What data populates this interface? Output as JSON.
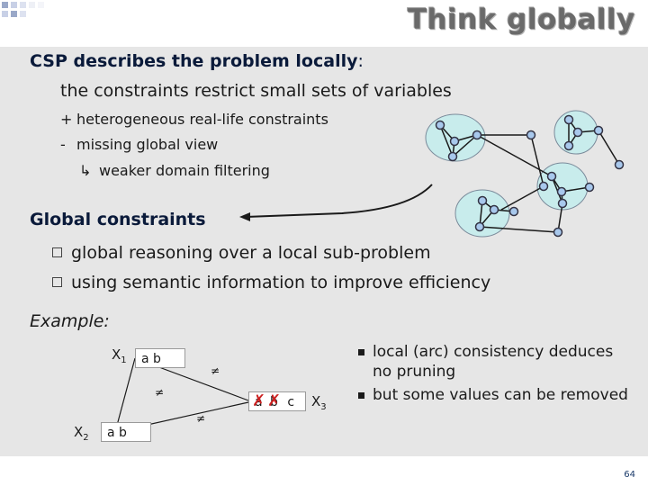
{
  "slide": {
    "title": "Think globally",
    "heading1": {
      "bold": "CSP describes the problem locally",
      "colon": ":"
    },
    "line1": "the constraints restrict small sets of variables",
    "plus_line": {
      "marker": "+",
      "text": "heterogeneous real-life constraints"
    },
    "minus_line": {
      "marker": "-",
      "text": "missing global view"
    },
    "arrow_line": {
      "marker": "↳",
      "text": "weaker domain filtering"
    },
    "heading2": "Global constraints",
    "box_items": [
      "global reasoning over a local sub-problem",
      "using semantic information to improve efficiency"
    ],
    "example_label": "Example:",
    "example": {
      "x1": {
        "name": "X",
        "sub": "1",
        "domain": "a b"
      },
      "x2": {
        "name": "X",
        "sub": "2",
        "domain": "a b"
      },
      "x3": {
        "name": "X",
        "sub": "3",
        "domain_struck": [
          "a",
          "b"
        ],
        "domain_kept": "c"
      },
      "neq_symbol": "≠"
    },
    "bullets": [
      "local (arc) consistency deduces no pruning",
      "but some values can be removed"
    ],
    "page_number": "64"
  },
  "colors": {
    "panel": "#e6e6e6",
    "heading": "#0a1a3a",
    "node_fill": "#a8c8ec",
    "cluster_fill": "#c8ecec",
    "strike": "#cc2020"
  }
}
